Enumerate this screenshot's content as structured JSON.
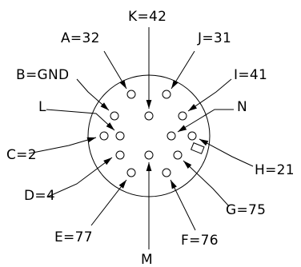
{
  "connector": {
    "pins": [
      {
        "id": "A",
        "label": "A=32"
      },
      {
        "id": "K",
        "label": "K=42"
      },
      {
        "id": "J",
        "label": "J=31"
      },
      {
        "id": "B",
        "label": "B=GND"
      },
      {
        "id": "I",
        "label": "I=41"
      },
      {
        "id": "L",
        "label": "L"
      },
      {
        "id": "N",
        "label": "N"
      },
      {
        "id": "C",
        "label": "C=2"
      },
      {
        "id": "H",
        "label": "H=21"
      },
      {
        "id": "D",
        "label": "D=4"
      },
      {
        "id": "G",
        "label": "G=75"
      },
      {
        "id": "E",
        "label": "E=77"
      },
      {
        "id": "F",
        "label": "F=76"
      },
      {
        "id": "M",
        "label": "M"
      }
    ]
  }
}
